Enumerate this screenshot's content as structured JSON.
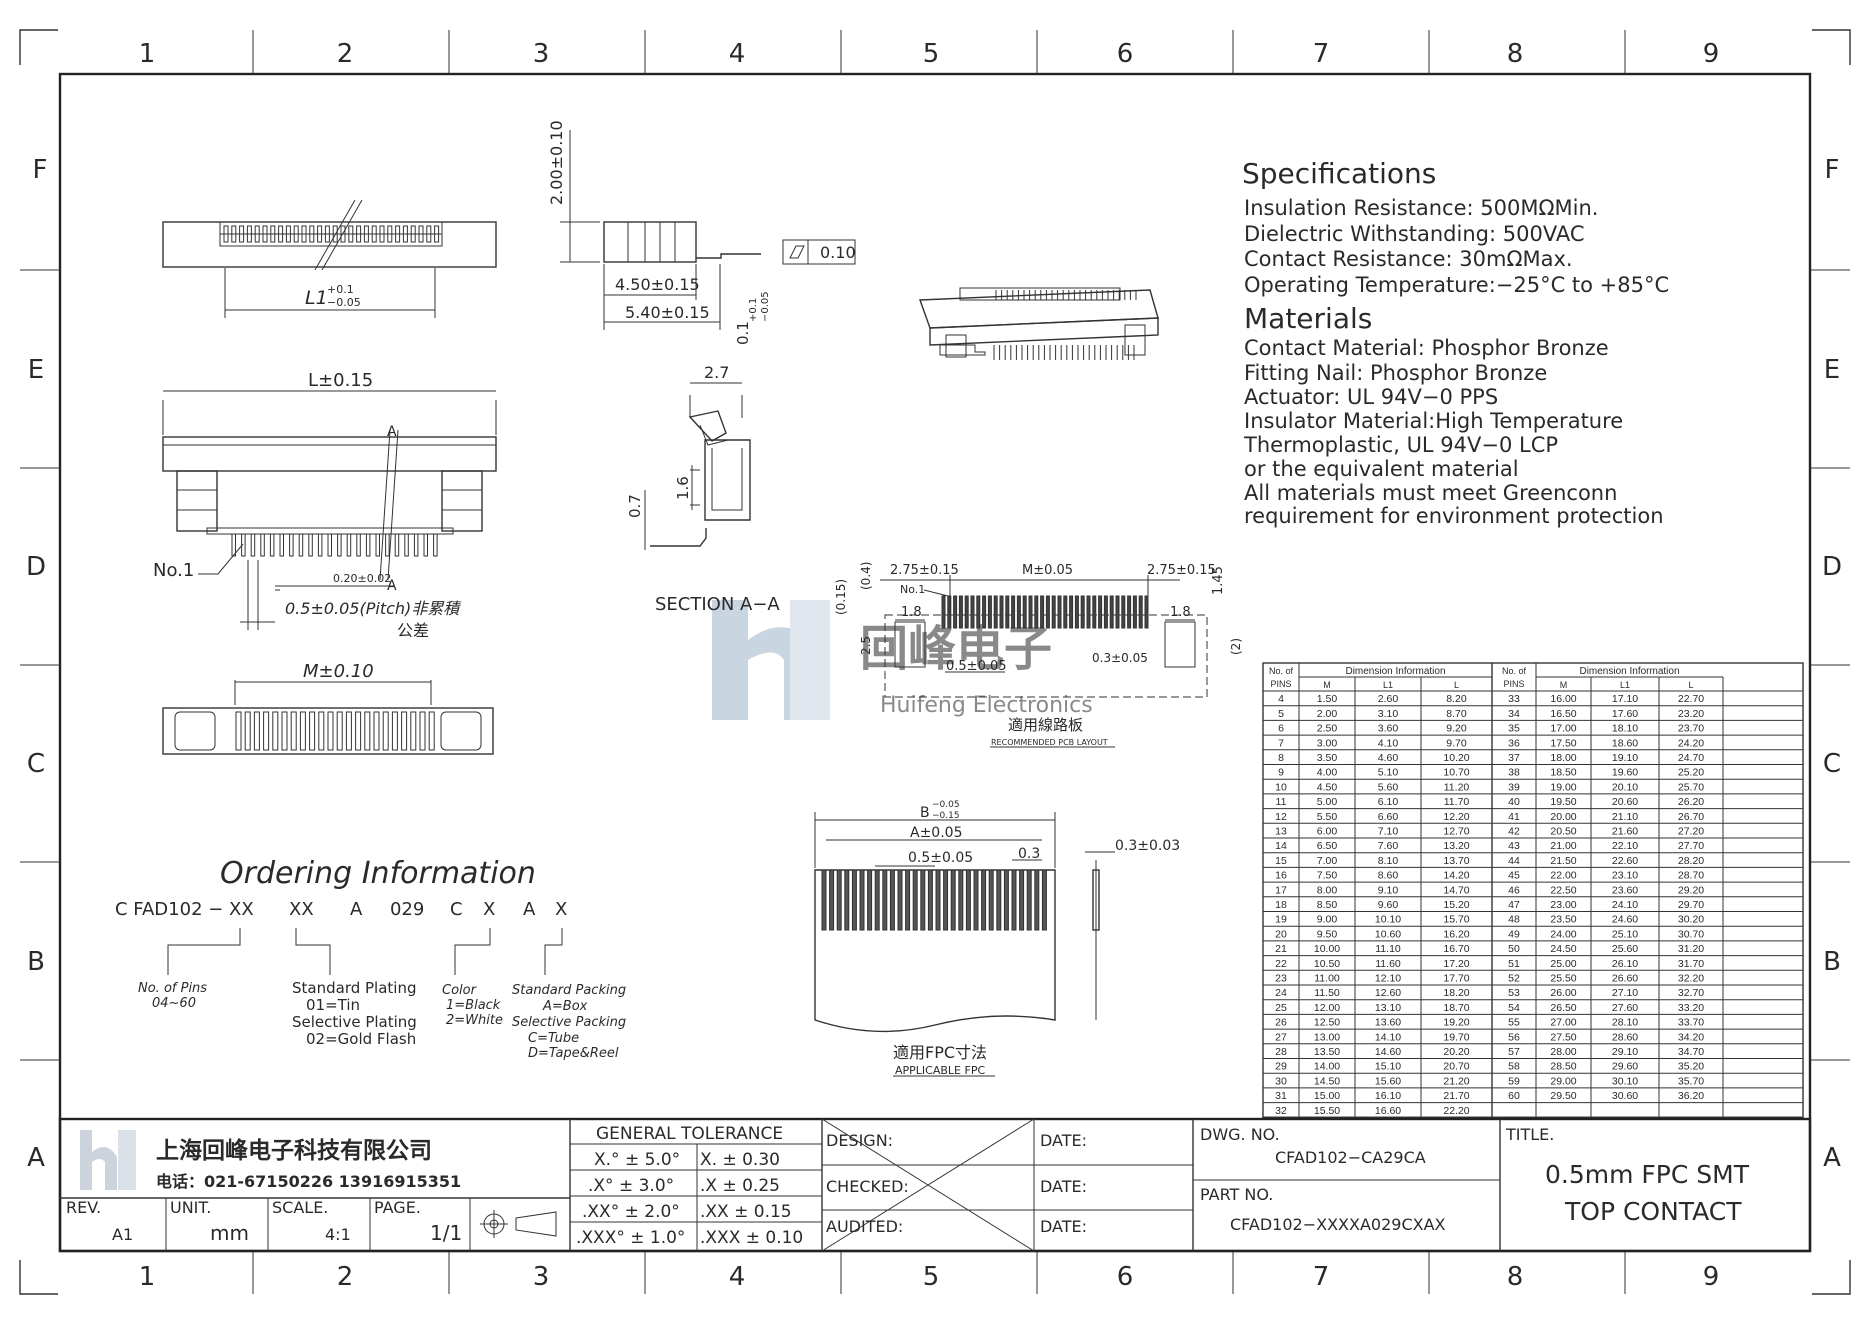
{
  "border": {
    "columns": [
      "1",
      "2",
      "3",
      "4",
      "5",
      "6",
      "7",
      "8",
      "9"
    ],
    "rows": [
      "F",
      "E",
      "D",
      "C",
      "B",
      "A"
    ]
  },
  "specifications": {
    "heading": "Specifications",
    "lines": [
      "Insulation Resistance: 500MΩMin.",
      "Dielectric Withstanding: 500VAC",
      "Contact Resistance: 30mΩMax.",
      "Operating Temperature:−25°C to +85°C"
    ]
  },
  "materials": {
    "heading": "Materials",
    "lines": [
      "Contact Material: Phosphor Bronze",
      "Fitting Nail: Phosphor Bronze",
      "Actuator: UL 94V−0 PPS",
      "Insulator Material:High Temperature",
      "Thermoplastic, UL 94V−0 LCP",
      "or the equivalent material",
      "All materials must meet Greenconn",
      "requirement for environment protection"
    ]
  },
  "dims": {
    "l1": "L1",
    "l1_tol_up": "+0.1",
    "l1_tol_dn": "−0.05",
    "l_main": "L±0.15",
    "m_bottom": "M±0.10",
    "height": "2.00±0.10",
    "d450": "4.50±0.15",
    "d540": "5.40±0.15",
    "d01": "0.1",
    "d01_tol_up": "+0.1",
    "d01_tol_dn": "−0.05",
    "flat": "0.10",
    "no1": "No.1",
    "p020": "0.20±0.02",
    "pitch": "0.5±0.05(Pitch)非累積",
    "pitch2": "公差",
    "a_mark": "A",
    "s27": "2.7",
    "s16": "1.6",
    "s07": "0.7",
    "section": "SECTION A−A",
    "pcb_275a": "2.75±0.15",
    "pcb_m": "M±0.05",
    "pcb_275b": "2.75±0.15",
    "pcb_04": "(0.4)",
    "pcb_015": "(0.15)",
    "pcb_145": "1.45",
    "pcb_no1": "No.1",
    "pcb_18a": "1.8",
    "pcb_18b": "1.8",
    "pcb_25": "2.5",
    "pcb_2": "(2)",
    "pcb_05": "0.5±0.05",
    "pcb_03": "0.3±0.05",
    "pcb_title": "適用線路板",
    "pcb_sub": "RECOMMENDED PCB LAYOUT",
    "fpc_b": "B",
    "fpc_b_up": "−0.05",
    "fpc_b_dn": "−0.15",
    "fpc_a": "A±0.05",
    "fpc_05": "0.5±0.05",
    "fpc_03": "0.3",
    "fpc_thk": "0.3±0.03",
    "fpc_title": "適用FPC寸法",
    "fpc_sub": "APPLICABLE FPC"
  },
  "watermark": {
    "cn": "回峰电子",
    "en": "Huifeng Electronics"
  },
  "ordering": {
    "heading": "Ordering Information",
    "code": [
      "C FAD102 − XX",
      "XX",
      "A",
      "029",
      "C",
      "X",
      "A",
      "X"
    ],
    "pins_label": "No. of Pins",
    "pins_range": "04~60",
    "plating": [
      "Standard Plating",
      "01=Tin",
      "Selective Plating",
      "02=Gold Flash"
    ],
    "color": [
      "Color",
      "1=Black",
      "2=White"
    ],
    "packing": [
      "Standard Packing",
      "A=Box",
      "Selective Packing",
      "C=Tube",
      "D=Tape&Reel"
    ]
  },
  "table": {
    "h_pins": [
      "No. of",
      "PINS"
    ],
    "h_dim": "Dimension Information",
    "cols": [
      "M",
      "L1",
      "L"
    ],
    "rows": [
      [
        "4",
        "1.50",
        "2.60",
        "8.20",
        "33",
        "16.00",
        "17.10",
        "22.70"
      ],
      [
        "5",
        "2.00",
        "3.10",
        "8.70",
        "34",
        "16.50",
        "17.60",
        "23.20"
      ],
      [
        "6",
        "2.50",
        "3.60",
        "9.20",
        "35",
        "17.00",
        "18.10",
        "23.70"
      ],
      [
        "7",
        "3.00",
        "4.10",
        "9.70",
        "36",
        "17.50",
        "18.60",
        "24.20"
      ],
      [
        "8",
        "3.50",
        "4.60",
        "10.20",
        "37",
        "18.00",
        "19.10",
        "24.70"
      ],
      [
        "9",
        "4.00",
        "5.10",
        "10.70",
        "38",
        "18.50",
        "19.60",
        "25.20"
      ],
      [
        "10",
        "4.50",
        "5.60",
        "11.20",
        "39",
        "19.00",
        "20.10",
        "25.70"
      ],
      [
        "11",
        "5.00",
        "6.10",
        "11.70",
        "40",
        "19.50",
        "20.60",
        "26.20"
      ],
      [
        "12",
        "5.50",
        "6.60",
        "12.20",
        "41",
        "20.00",
        "21.10",
        "26.70"
      ],
      [
        "13",
        "6.00",
        "7.10",
        "12.70",
        "42",
        "20.50",
        "21.60",
        "27.20"
      ],
      [
        "14",
        "6.50",
        "7.60",
        "13.20",
        "43",
        "21.00",
        "22.10",
        "27.70"
      ],
      [
        "15",
        "7.00",
        "8.10",
        "13.70",
        "44",
        "21.50",
        "22.60",
        "28.20"
      ],
      [
        "16",
        "7.50",
        "8.60",
        "14.20",
        "45",
        "22.00",
        "23.10",
        "28.70"
      ],
      [
        "17",
        "8.00",
        "9.10",
        "14.70",
        "46",
        "22.50",
        "23.60",
        "29.20"
      ],
      [
        "18",
        "8.50",
        "9.60",
        "15.20",
        "47",
        "23.00",
        "24.10",
        "29.70"
      ],
      [
        "19",
        "9.00",
        "10.10",
        "15.70",
        "48",
        "23.50",
        "24.60",
        "30.20"
      ],
      [
        "20",
        "9.50",
        "10.60",
        "16.20",
        "49",
        "24.00",
        "25.10",
        "30.70"
      ],
      [
        "21",
        "10.00",
        "11.10",
        "16.70",
        "50",
        "24.50",
        "25.60",
        "31.20"
      ],
      [
        "22",
        "10.50",
        "11.60",
        "17.20",
        "51",
        "25.00",
        "26.10",
        "31.70"
      ],
      [
        "23",
        "11.00",
        "12.10",
        "17.70",
        "52",
        "25.50",
        "26.60",
        "32.20"
      ],
      [
        "24",
        "11.50",
        "12.60",
        "18.20",
        "53",
        "26.00",
        "27.10",
        "32.70"
      ],
      [
        "25",
        "12.00",
        "13.10",
        "18.70",
        "54",
        "26.50",
        "27.60",
        "33.20"
      ],
      [
        "26",
        "12.50",
        "13.60",
        "19.20",
        "55",
        "27.00",
        "28.10",
        "33.70"
      ],
      [
        "27",
        "13.00",
        "14.10",
        "19.70",
        "56",
        "27.50",
        "28.60",
        "34.20"
      ],
      [
        "28",
        "13.50",
        "14.60",
        "20.20",
        "57",
        "28.00",
        "29.10",
        "34.70"
      ],
      [
        "29",
        "14.00",
        "15.10",
        "20.70",
        "58",
        "28.50",
        "29.60",
        "35.20"
      ],
      [
        "30",
        "14.50",
        "15.60",
        "21.20",
        "59",
        "29.00",
        "30.10",
        "35.70"
      ],
      [
        "31",
        "15.00",
        "16.10",
        "21.70",
        "60",
        "29.50",
        "30.60",
        "36.20"
      ],
      [
        "32",
        "15.50",
        "16.60",
        "22.20",
        "",
        "",
        "",
        ""
      ]
    ]
  },
  "titleblock": {
    "company": "上海回峰电子科技有限公司",
    "phone": "电话：021-67150226  13916915351",
    "rev_label": "REV.",
    "rev": "A1",
    "unit_label": "UNIT.",
    "unit": "mm",
    "scale_label": "SCALE.",
    "scale": "4:1",
    "page_label": "PAGE.",
    "page": "1/1",
    "tol_title": "GENERAL TOLERANCE",
    "tol": [
      [
        "X.° ± 5.0°",
        "X.    ± 0.30"
      ],
      [
        ".X° ± 3.0°",
        ".X    ± 0.25"
      ],
      [
        ".XX° ± 2.0°",
        ".XX   ± 0.15"
      ],
      [
        ".XXX° ± 1.0°",
        ".XXX ± 0.10"
      ]
    ],
    "design": "DESIGN:",
    "checked": "CHECKED:",
    "audited": "AUDITED:",
    "date": "DATE:",
    "dwg_label": "DWG. NO.",
    "dwg": "CFAD102−CA29CA",
    "part_label": "PART NO.",
    "part": "CFAD102−XXXXA029CXAX",
    "title_label": "TITLE.",
    "title1": "0.5mm FPC SMT",
    "title2": "TOP CONTACT"
  }
}
